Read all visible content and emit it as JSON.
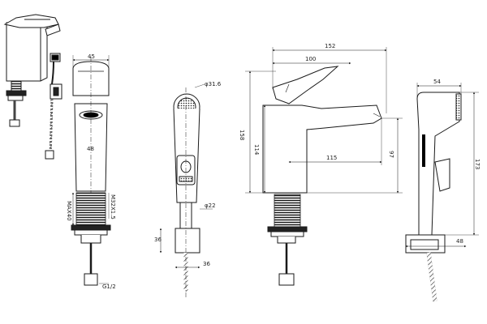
{
  "views": {
    "iso": {
      "name": "isometric-view"
    },
    "front": {
      "dims": {
        "top_width": "45",
        "body_mark": "48",
        "maxlen": "MAX40",
        "thread": "M32X1.5",
        "hose_thread": "G1/2"
      }
    },
    "sprayer": {
      "dims": {
        "head_dia": "φ31.6",
        "hose_dia": "φ22",
        "bracket_height": "36",
        "bracket_width": "36"
      }
    },
    "side": {
      "dims": {
        "overall_length": "152",
        "spout_reach": "100",
        "overall_height": "158",
        "body_height": "114",
        "outlet_height": "97",
        "spout_projection": "115"
      }
    },
    "sprayer_side": {
      "dims": {
        "head_width": "54",
        "height": "173",
        "bracket_depth": "48"
      }
    }
  },
  "colors": {
    "line": "#1a1a1a",
    "dim": "#333333",
    "thread": "#111111"
  }
}
